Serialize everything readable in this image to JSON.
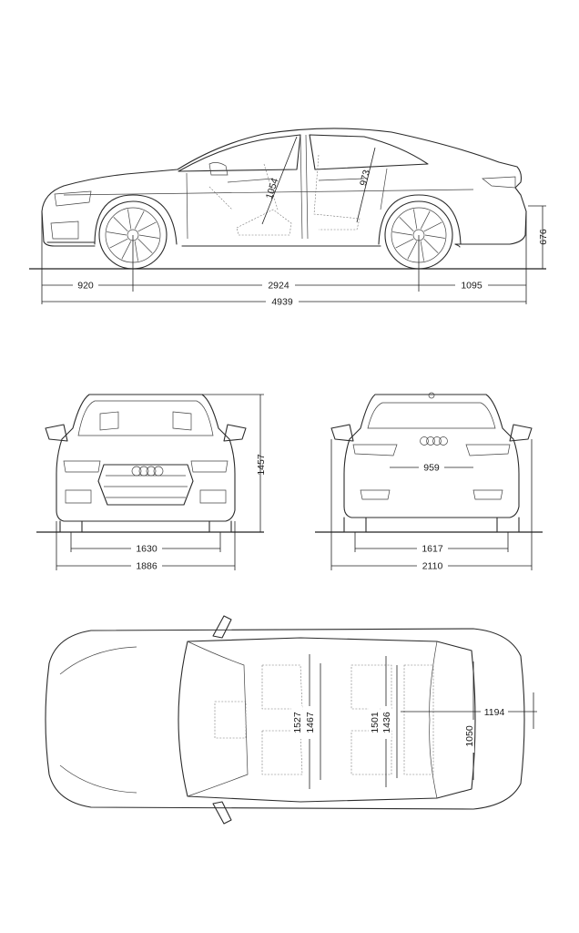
{
  "side_view": {
    "front_overhang": "920",
    "wheelbase": "2924",
    "rear_overhang": "1095",
    "overall_length": "4939",
    "front_headroom": "1054",
    "rear_headroom": "973",
    "loading_height": "676"
  },
  "front_view": {
    "height": "1457",
    "front_track": "1630",
    "width": "1886"
  },
  "rear_view": {
    "trunk_opening_width": "959",
    "rear_track": "1617",
    "width_with_mirrors": "2110"
  },
  "top_view": {
    "front_shoulder_width": "1527",
    "front_elbow_width": "1467",
    "rear_shoulder_width": "1501",
    "rear_elbow_width": "1436",
    "trunk_width": "1050",
    "trunk_length": "1194"
  },
  "colors": {
    "line": "#2b2b2b",
    "background": "#ffffff"
  }
}
